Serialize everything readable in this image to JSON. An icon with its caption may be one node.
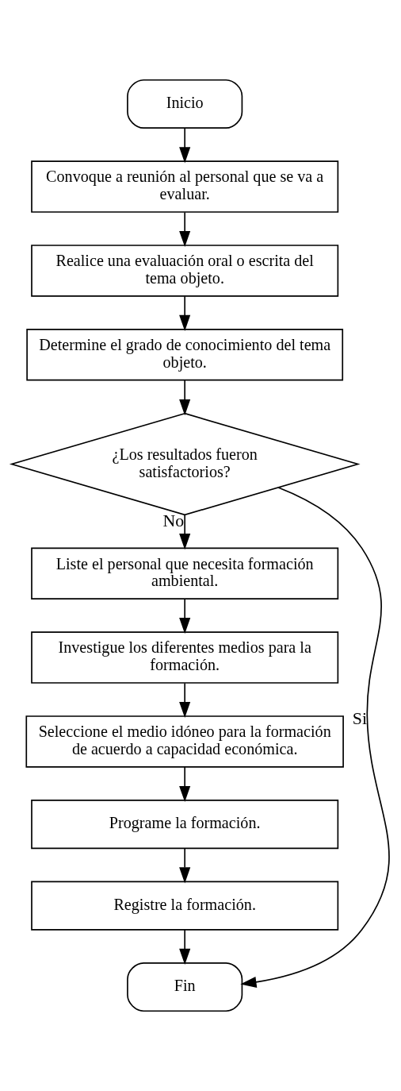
{
  "diagram": {
    "nodes": [
      {
        "text": [
          "Inicio"
        ]
      },
      {
        "text": [
          "Convoque a reunión al personal que se va a evaluar."
        ]
      },
      {
        "text": [
          "Realice una evaluación oral o escrita del tema objeto."
        ]
      },
      {
        "text": [
          "Determine el grado de conocimiento del tema objeto."
        ]
      },
      {
        "text": [
          "¿Los resultados fueron satisfactorios?"
        ]
      },
      {
        "text": [
          "Liste el personal que necesita formación ambiental."
        ]
      },
      {
        "text": [
          "Investigue los diferentes medios para la formación."
        ]
      },
      {
        "text": [
          "Seleccione el medio idóneo para la formación de acuerdo a capacidad económica."
        ]
      },
      {
        "text": [
          "Programe la formación."
        ]
      },
      {
        "text": [
          "Registre la formación."
        ]
      },
      {
        "text": [
          "Fin"
        ]
      }
    ],
    "edges": [
      {
        "from": 0,
        "to": 1,
        "arrow": "to"
      },
      {
        "from": 1,
        "to": 2,
        "arrow": "to"
      },
      {
        "from": 2,
        "to": 3,
        "arrow": "to"
      },
      {
        "from": 3,
        "to": 4,
        "arrow": "to"
      },
      {
        "from": 4,
        "to": 5,
        "arrow": "to",
        "label": "No"
      },
      {
        "from": 5,
        "to": 6,
        "arrow": "to"
      },
      {
        "from": 6,
        "to": 7,
        "arrow": "to"
      },
      {
        "from": 7,
        "to": 8,
        "arrow": "to"
      },
      {
        "from": 8,
        "to": 9,
        "arrow": "to"
      },
      {
        "from": 9,
        "to": 10,
        "arrow": "to"
      },
      {
        "from": 4,
        "to": 10,
        "arrow": "to",
        "label": "Si"
      }
    ]
  }
}
